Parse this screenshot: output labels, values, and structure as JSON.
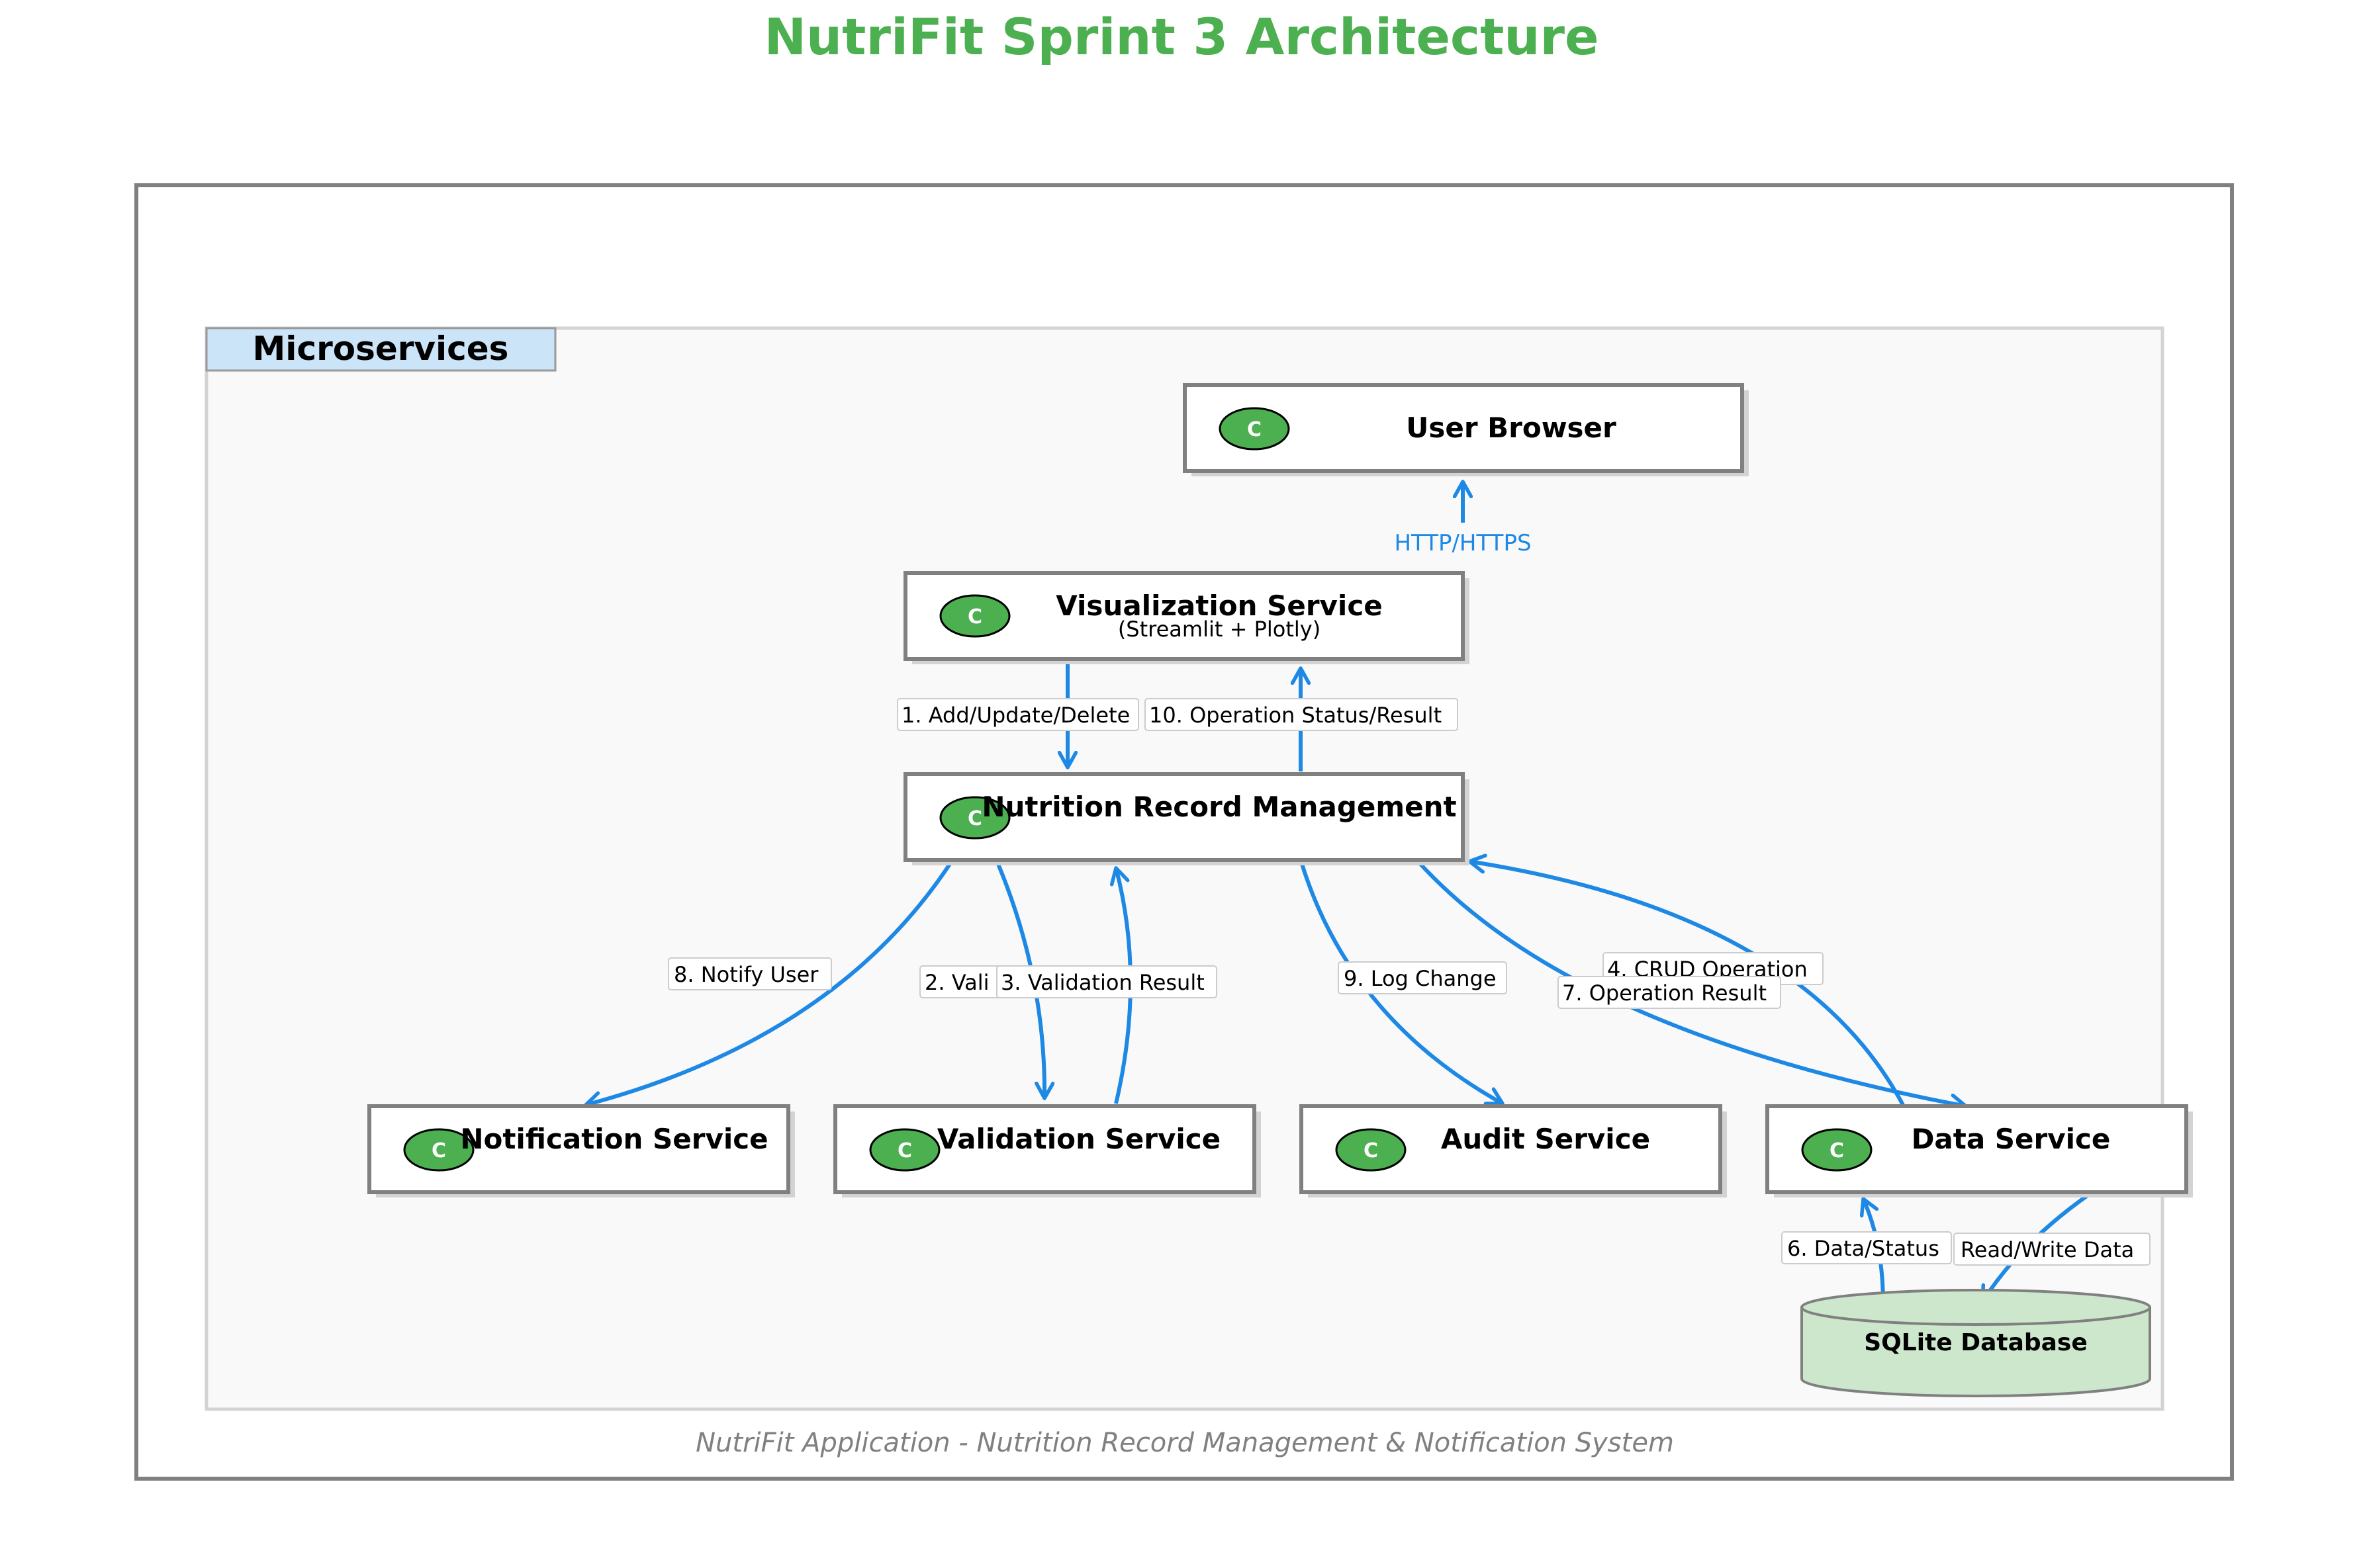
{
  "title": "NutriFit Sprint 3 Architecture",
  "footer": "NutriFit Application - Nutrition Record Management & Notification System",
  "group_label": "Microservices",
  "badge_letter": "C",
  "colors": {
    "title": "#4caf50",
    "badge": "#4caf50",
    "arrow": "#1e88e5",
    "group_label_bg": "#cce4f7",
    "group_bg": "#f9f9f9",
    "database_fill": "#cce7cc"
  },
  "nodes": {
    "browser": {
      "title": "User Browser",
      "subtitle": ""
    },
    "visualization": {
      "title": "Visualization Service",
      "subtitle": "(Streamlit + Plotly)"
    },
    "nutrition": {
      "title": "Nutrition Record Management",
      "subtitle": ""
    },
    "notification": {
      "title": "Notification Service",
      "subtitle": ""
    },
    "validation": {
      "title": "Validation Service",
      "subtitle": ""
    },
    "audit": {
      "title": "Audit Service",
      "subtitle": ""
    },
    "data": {
      "title": "Data Service",
      "subtitle": ""
    },
    "database": {
      "title": "SQLite Database"
    }
  },
  "edges": {
    "http": "HTTP/HTTPS",
    "e1": "1. Add/Update/Delete",
    "e10": "10. Operation Status/Result",
    "e8": "8. Notify User",
    "e2": "2. Vali",
    "e3": "3. Validation Result",
    "e9": "9. Log Change",
    "e4": "4. CRUD Operation",
    "e7": "7. Operation Result",
    "e6": "6. Data/Status",
    "e5": "Read/Write Data"
  }
}
